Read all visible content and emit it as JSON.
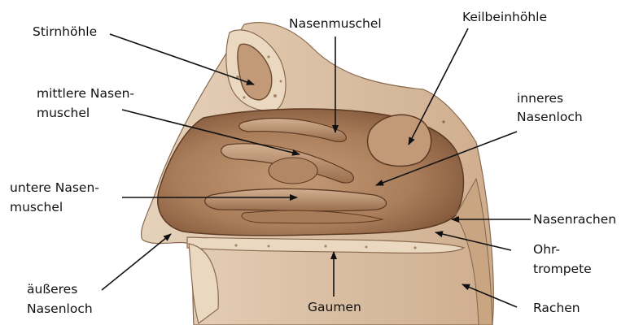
{
  "labels": {
    "stirnhoehle": "Stirnhöhle",
    "nasenmuschel": "Nasenmuschel",
    "keilbeinhoehle": "Keilbeinhöhle",
    "mittlere_1": "mittlere Nasen-",
    "mittlere_2": "muschel",
    "inneres_1": "inneres",
    "inneres_2": "Nasenloch",
    "untere_1": "untere Nasen-",
    "untere_2": "muschel",
    "nasenrachen": "Nasenrachen",
    "ohr_1": "Ohr-",
    "ohr_2": "trompete",
    "aeusseres_1": "äußeres",
    "aeusseres_2": "Nasenloch",
    "gaumen": "Gaumen",
    "rachen": "Rachen"
  },
  "colors": {
    "background": "#ffffff",
    "tissue_light": "#dcc4aa",
    "tissue_mid": "#b98f6c",
    "tissue_dark": "#7d5236",
    "bone": "#ead8c0",
    "leader_line": "#111111"
  }
}
